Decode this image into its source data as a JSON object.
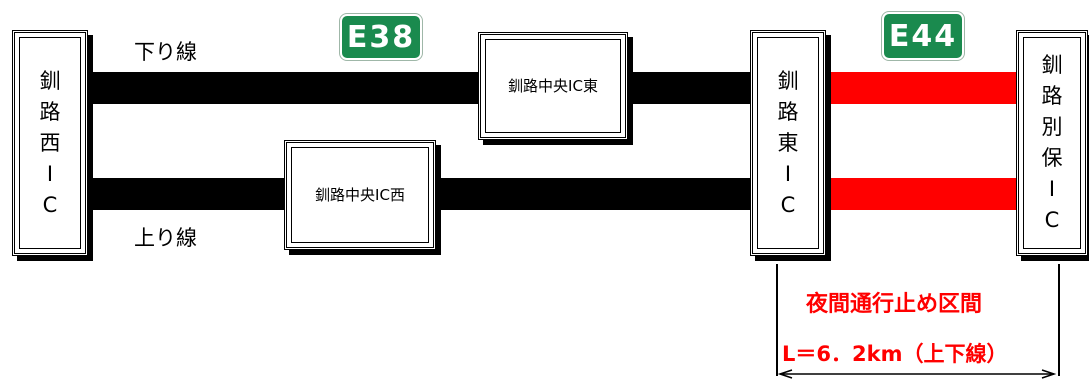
{
  "lanes": {
    "down_label": "下り線",
    "up_label": "上り線"
  },
  "routes": {
    "left": "E38",
    "right": "E44"
  },
  "interchanges": {
    "kushiro_nishi": "釧\n路\n西\nI\nC",
    "kushiro_higashi": "釧\n路\n東\nI\nC",
    "kushiro_beppo": "釧\n路\n別\n保\nI\nC",
    "chuo_higashi": "釧路中央IC東",
    "chuo_nishi": "釧路中央IC西"
  },
  "closure": {
    "title": "夜間通行止め区間",
    "length": "L＝6．2km（上下線）"
  },
  "colors": {
    "road": "#000000",
    "closed_road": "#ff0000",
    "route_sign": "#1a8a4e",
    "label": "#ff0000"
  }
}
